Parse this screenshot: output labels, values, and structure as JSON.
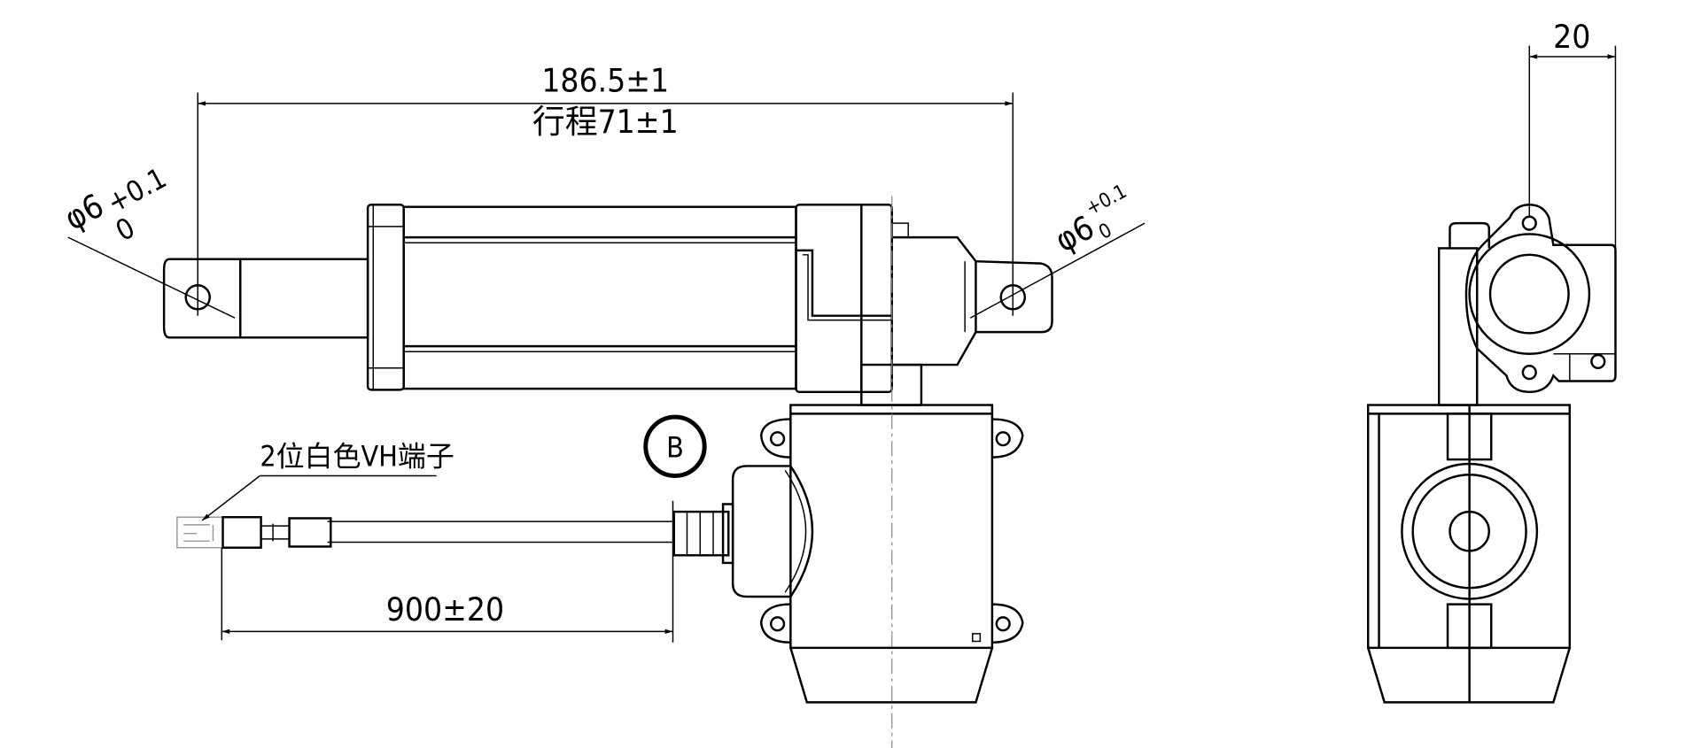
{
  "drawing": {
    "overall_length": "186.5±1",
    "stroke": "行程71±1",
    "hole_left": {
      "diameter": "φ6",
      "tol_upper": "+0.1",
      "tol_lower": "0"
    },
    "hole_right": {
      "diameter": "φ6",
      "tol_upper": "+0.1",
      "tol_lower": "0"
    },
    "side_width": "20",
    "view_marker": "B",
    "connector_label": "2位白色VH端子",
    "cable_length": "900±20"
  }
}
